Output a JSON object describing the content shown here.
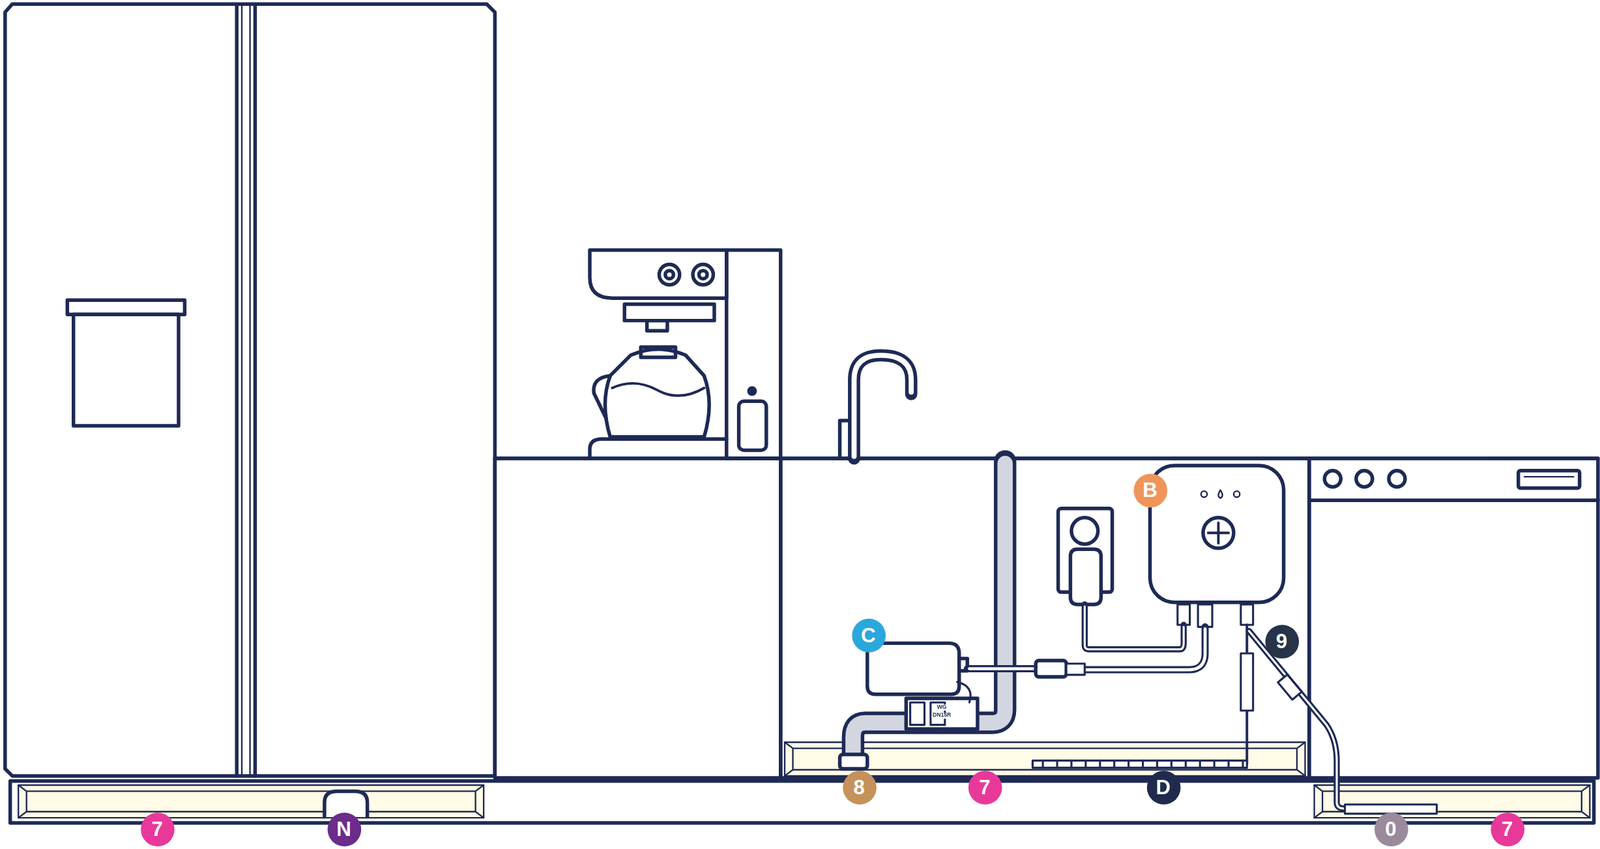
{
  "diagram": {
    "labels": [
      "B",
      "C",
      "9",
      "8",
      "7",
      "D",
      "7",
      "N",
      "0",
      "7",
      "WG",
      "DN15R"
    ]
  }
}
